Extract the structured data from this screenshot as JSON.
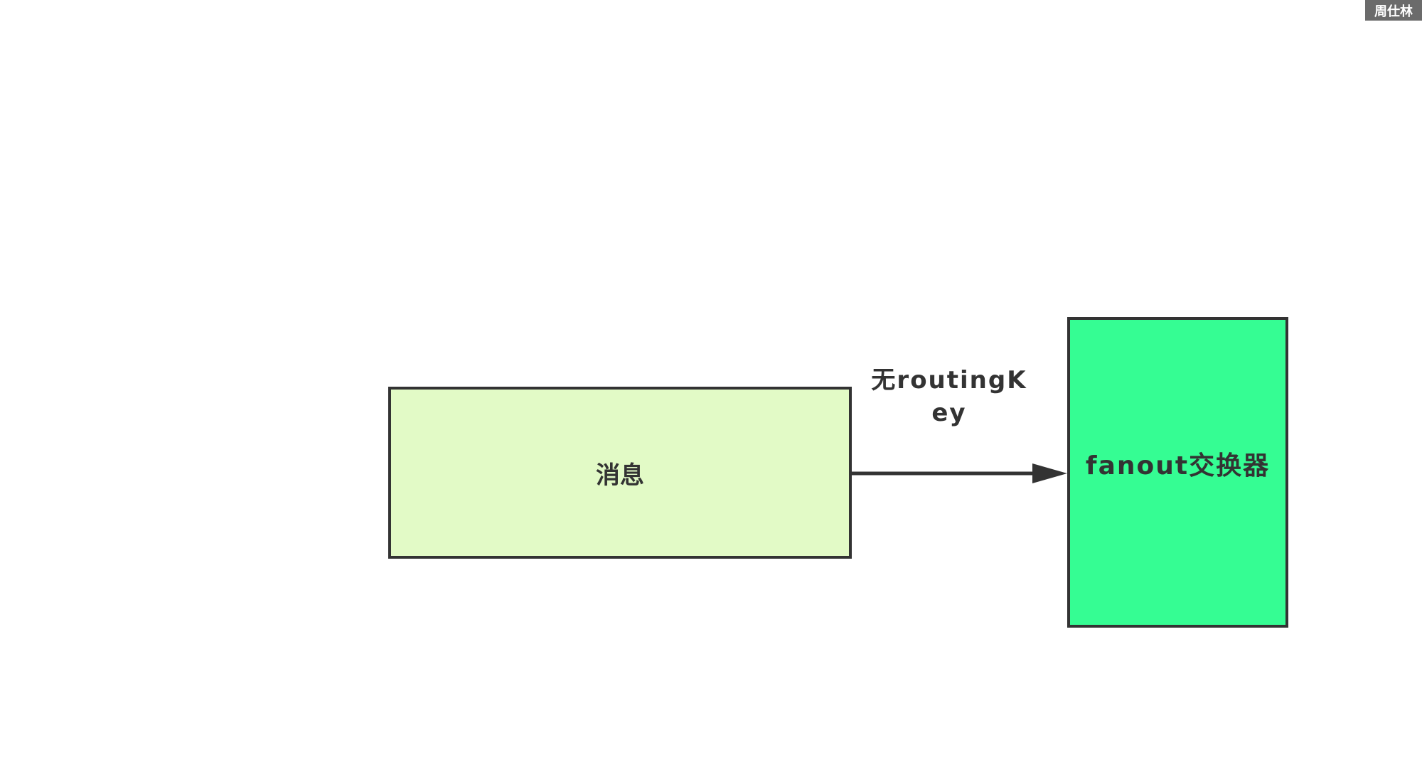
{
  "watermark": "周仕林",
  "nodes": {
    "message": {
      "label": "消息"
    },
    "exchange": {
      "label": "fanout交换器"
    }
  },
  "edge": {
    "label": "无routingKey"
  },
  "colors": {
    "message_fill": "#e2fac6",
    "exchange_fill": "#35fd93",
    "stroke": "#333333"
  }
}
